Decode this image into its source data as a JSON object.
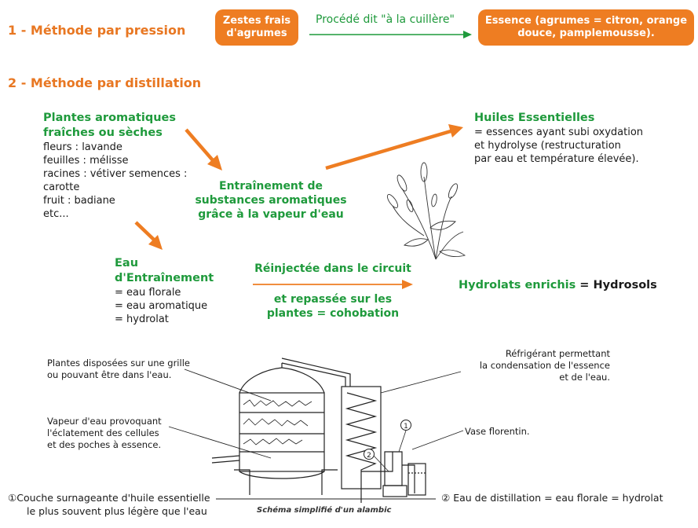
{
  "section1": {
    "title": "1 - Méthode par pression",
    "pill_left": [
      "Zestes frais",
      "d'agrumes"
    ],
    "process": "Procédé dit \"à la cuillère\"",
    "pill_right": [
      "Essence (agrumes = citron, orange",
      "douce, pamplemousse)."
    ]
  },
  "section2": {
    "title": "2 - Méthode par distillation",
    "plants": {
      "heading": [
        "Plantes aromatiques",
        "fraîches ou sèches"
      ],
      "lines": [
        "fleurs : lavande",
        "feuilles : mélisse",
        "racines : vétiver semences :",
        "carotte",
        "fruit : badiane",
        "etc..."
      ]
    },
    "entrainement": [
      "Entraînement de",
      "substances aromatiques",
      "grâce à la vapeur d'eau"
    ],
    "huiles": {
      "heading": "Huiles Essentielles",
      "lines": [
        "= essences ayant subi oxydation",
        "et hydrolyse (restructuration",
        "par eau et température élevée)."
      ]
    },
    "eau": {
      "heading": [
        "Eau",
        "d'Entraînement"
      ],
      "lines": [
        "= eau florale",
        "= eau aromatique",
        "= hydrolat"
      ]
    },
    "reinjectee": "Réinjectée dans le circuit",
    "repassee": [
      "et repassée sur les",
      "plantes = cohobation"
    ],
    "hydrolats_green": "Hydrolats enrichis",
    "hydrolats_black": " = Hydrosols"
  },
  "alambic": {
    "label_plantes": [
      "Plantes disposées sur une grille",
      "ou pouvant être dans l'eau."
    ],
    "label_vapeur": [
      "Vapeur d'eau provoquant",
      "l'éclatement des cellules",
      "et des poches à essence."
    ],
    "label_refrigerant": [
      "Réfrigérant permettant",
      "la condensation de l'essence",
      "et de l'eau."
    ],
    "label_vase": "Vase florentin.",
    "note1_num": "①",
    "note1": [
      "Couche surnageante d'huile essentielle",
      "le plus souvent plus légère que l'eau"
    ],
    "note2_num": "②",
    "note2": "Eau de distillation = eau florale = hydrolat",
    "caption": "Schéma simplifié d'un alambic",
    "marker1": "1",
    "marker2": "2"
  },
  "colors": {
    "orange": "#ee7d22",
    "title_orange": "#e87722",
    "green": "#1f9a3c"
  }
}
